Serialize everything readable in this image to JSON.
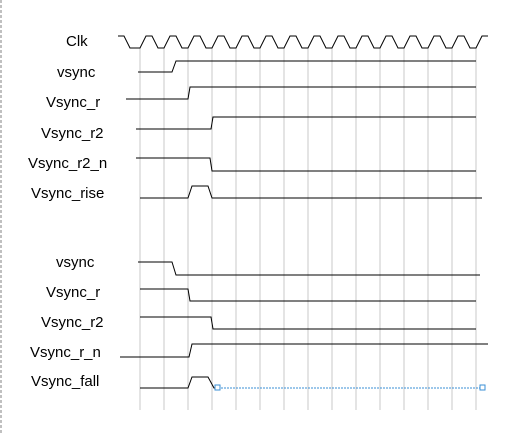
{
  "diagram": {
    "signals": [
      {
        "id": "clk",
        "label": "Clk"
      },
      {
        "id": "vsync_a",
        "label": "vsync"
      },
      {
        "id": "vsync_r_a",
        "label": "Vsync_r"
      },
      {
        "id": "vsync_r2_a",
        "label": "Vsync_r2"
      },
      {
        "id": "vsync_r2_n",
        "label": "Vsync_r2_n"
      },
      {
        "id": "vsync_rise",
        "label": "Vsync_rise"
      },
      {
        "id": "vsync_b",
        "label": "vsync"
      },
      {
        "id": "vsync_r_b",
        "label": "Vsync_r"
      },
      {
        "id": "vsync_r2_b",
        "label": "Vsync_r2"
      },
      {
        "id": "vsync_r_n",
        "label": "Vsync_r_n"
      },
      {
        "id": "vsync_fall",
        "label": "Vsync_fall"
      }
    ],
    "colors": {
      "wave": "#000000",
      "grid": "#c8c8c8",
      "selection": "#3a8fd6"
    }
  }
}
